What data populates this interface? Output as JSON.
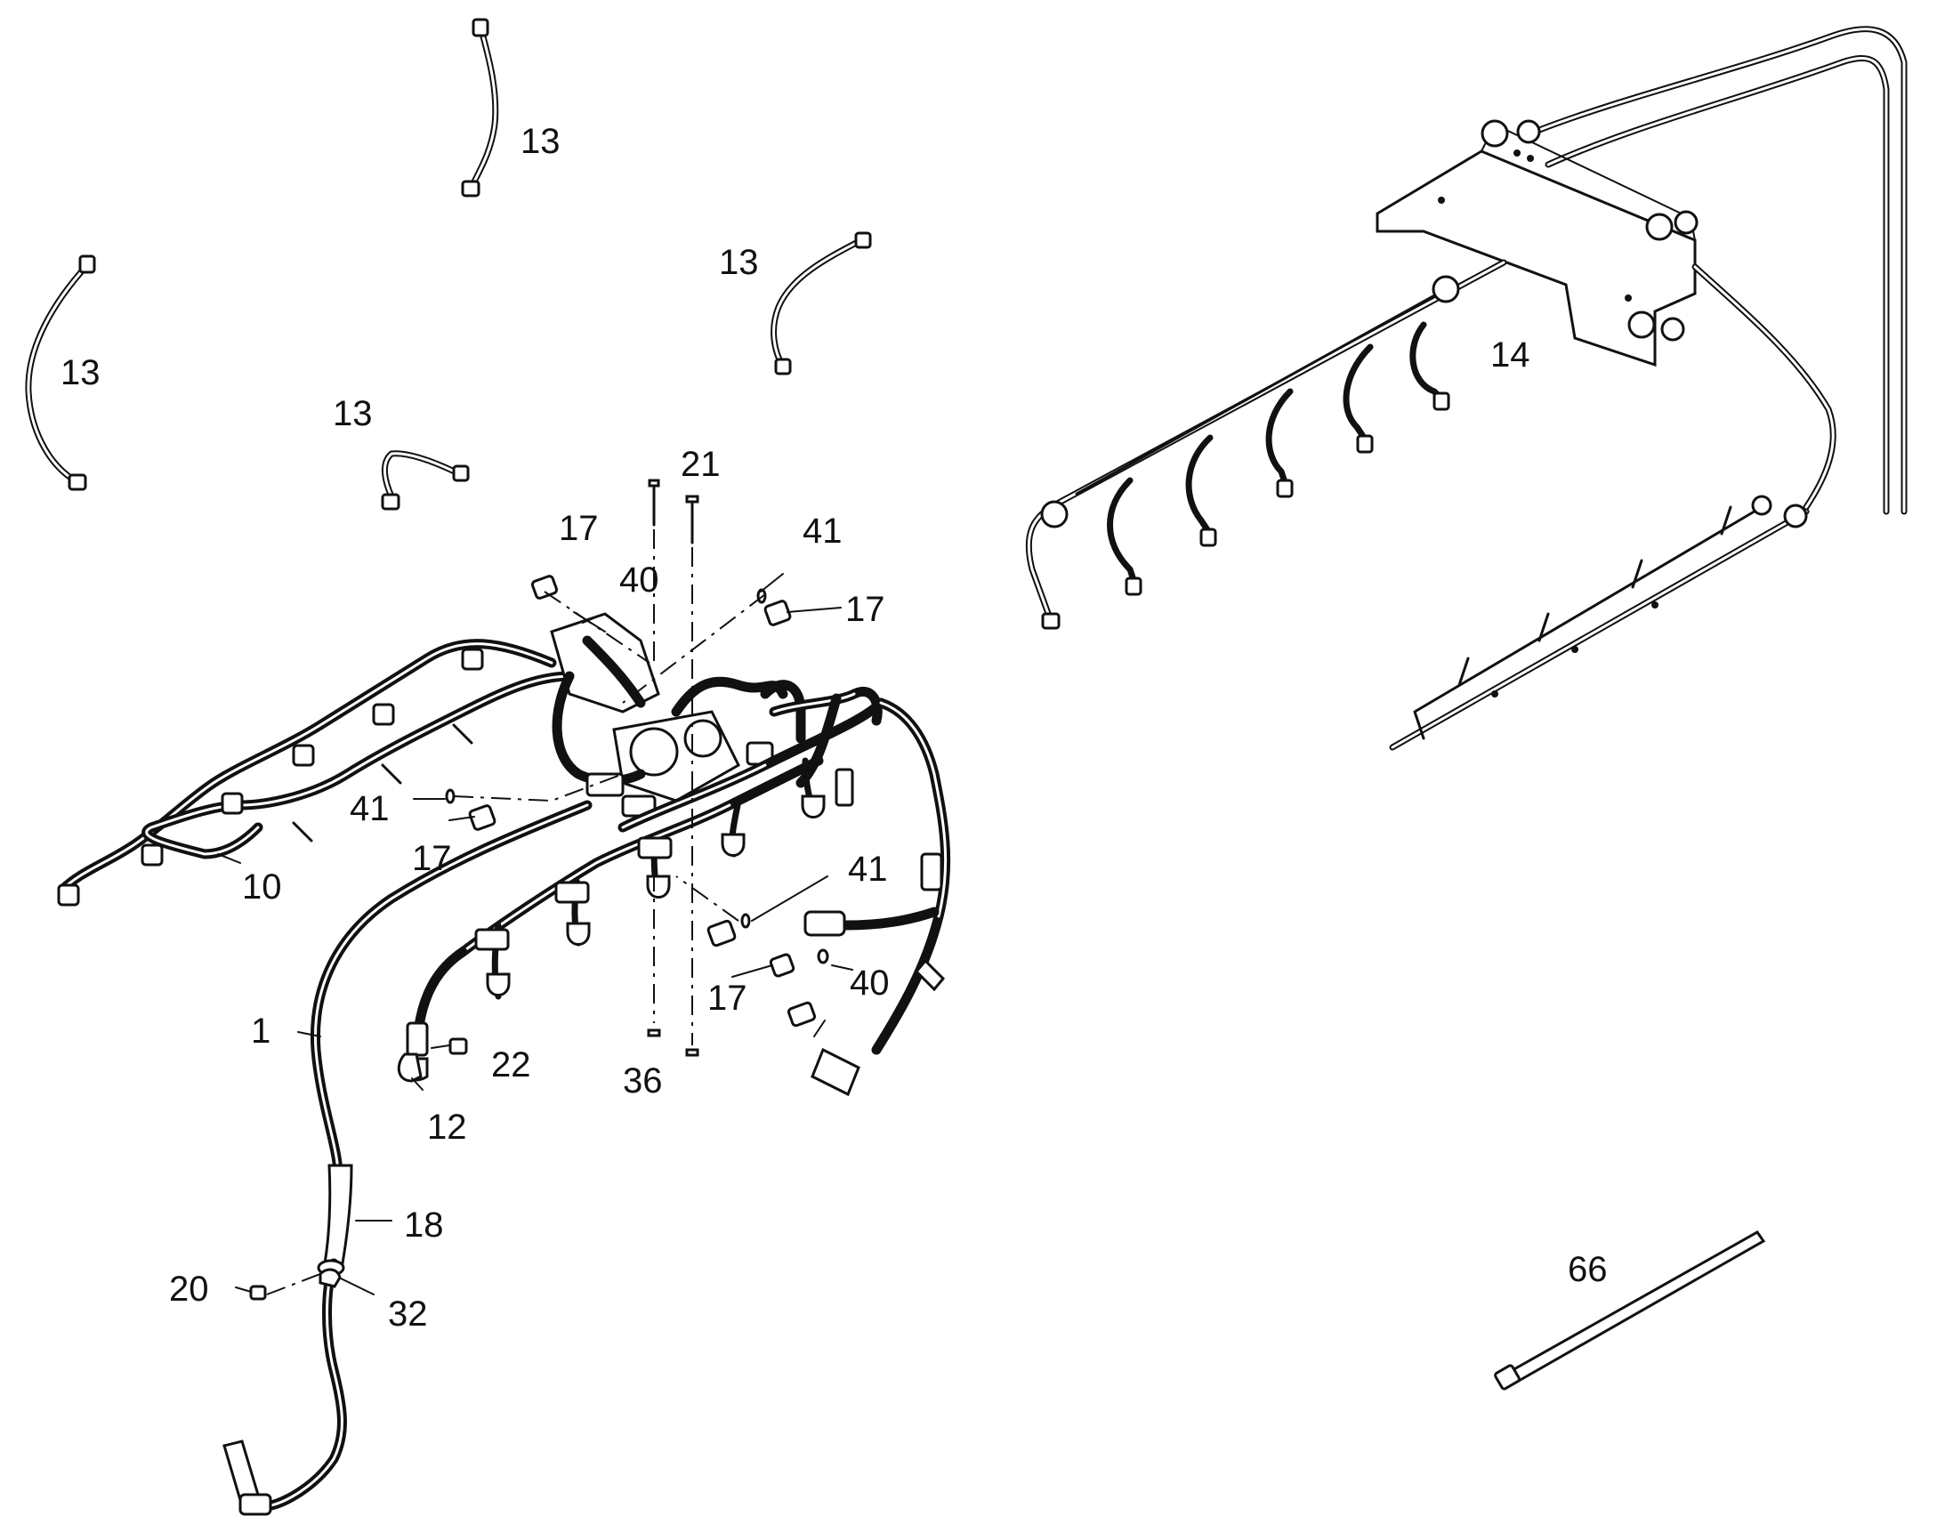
{
  "diagram": {
    "callouts": [
      {
        "id": "13a",
        "text": "13"
      },
      {
        "id": "13b",
        "text": "13"
      },
      {
        "id": "13c",
        "text": "13"
      },
      {
        "id": "13d",
        "text": "13"
      },
      {
        "id": "14",
        "text": "14"
      },
      {
        "id": "21",
        "text": "21"
      },
      {
        "id": "17a",
        "text": "17"
      },
      {
        "id": "40a",
        "text": "40"
      },
      {
        "id": "41a",
        "text": "41"
      },
      {
        "id": "17b",
        "text": "17"
      },
      {
        "id": "41b",
        "text": "41"
      },
      {
        "id": "17c",
        "text": "17"
      },
      {
        "id": "10",
        "text": "10"
      },
      {
        "id": "41c",
        "text": "41"
      },
      {
        "id": "17d",
        "text": "17"
      },
      {
        "id": "40b",
        "text": "40"
      },
      {
        "id": "1",
        "text": "1"
      },
      {
        "id": "22",
        "text": "22"
      },
      {
        "id": "36",
        "text": "36"
      },
      {
        "id": "12",
        "text": "12"
      },
      {
        "id": "18",
        "text": "18"
      },
      {
        "id": "20",
        "text": "20"
      },
      {
        "id": "32",
        "text": "32"
      },
      {
        "id": "66",
        "text": "66"
      }
    ]
  }
}
